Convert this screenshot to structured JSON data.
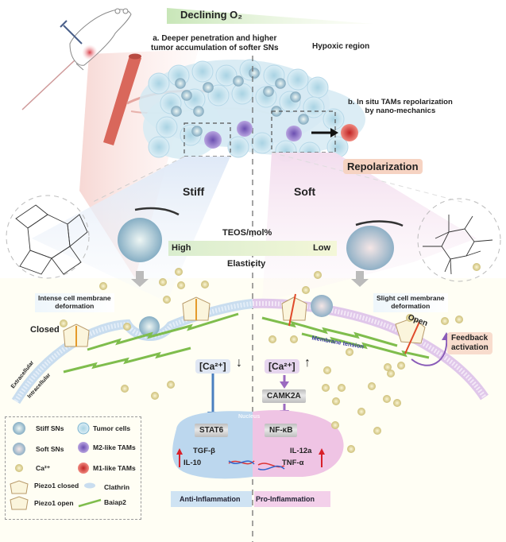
{
  "top": {
    "o2_banner": "Declining O₂",
    "label_a_line1": "a. Deeper penetration and higher",
    "label_a_line2": "tumor accumulation of softer SNs",
    "hypoxic": "Hypoxic region",
    "label_b_line1": "b. In situ TAMs repolarization",
    "label_b_line2": "by nano-mechanics",
    "repolarization": "Repolarization"
  },
  "middle": {
    "stiff": "Stiff",
    "soft": "Soft",
    "teos": "TEOS/mol%",
    "high": "High",
    "low": "Low",
    "elasticity": "Elasticity",
    "intense_line1": "Intense cell membrane",
    "intense_line2": "deformation",
    "slight_line1": "Slight cell membrane",
    "slight_line2": "deformation",
    "closed": "Closed",
    "open": "Open",
    "feedback_line1": "Feedback",
    "feedback_line2": "activation",
    "membrane_tension": "Membrane tension",
    "extracellular": "Extracellular",
    "intracellular": "Intracellular"
  },
  "pathway": {
    "ca_left": "[Ca²⁺]",
    "ca_left_dir": "↓",
    "ca_right": "[Ca²⁺]",
    "ca_right_dir": "↑",
    "camk2a": "CAMK2A",
    "nucleus": "Nucleus",
    "stat6": "STAT6",
    "nfkb": "NF-κB",
    "tgfb": "TGF-β",
    "il10": "IL-10",
    "il12a": "IL-12a",
    "tnfa": "TNF-α",
    "anti": "Anti-Inflammation",
    "pro": "Pro-Inflammation"
  },
  "legend": {
    "items": [
      {
        "icon": "stiff-sn-icon",
        "label": "Stiff SNs"
      },
      {
        "icon": "tumor-cell-icon",
        "label": "Tumor cells"
      },
      {
        "icon": "soft-sn-icon",
        "label": "Soft SNs"
      },
      {
        "icon": "m2-tam-icon",
        "label": "M2-like TAMs"
      },
      {
        "icon": "calcium-icon",
        "label": "Ca²⁺"
      },
      {
        "icon": "m1-tam-icon",
        "label": "M1-like TAMs"
      },
      {
        "icon": "piezo1-closed-icon",
        "label": "Piezo1 closed"
      },
      {
        "icon": "clathrin-icon",
        "label": "Clathrin"
      },
      {
        "icon": "piezo1-open-icon",
        "label": "Piezo1 open"
      },
      {
        "icon": "baiap2-icon",
        "label": "Baiap2"
      }
    ]
  },
  "colors": {
    "o2_green": "#cfe8c0",
    "repolarization_bg": "#f6d3c2",
    "feedback_bg": "#f8dccd",
    "stiff_blue": "#4a7fc0",
    "soft_purple": "#9b6ac0",
    "nucleus_blue": "#bcd7ee",
    "nucleus_pink": "#efc4e4",
    "calcium": "#e6dc9a",
    "vessel": "#d9675b",
    "up_arrow_red": "#d8202a"
  }
}
